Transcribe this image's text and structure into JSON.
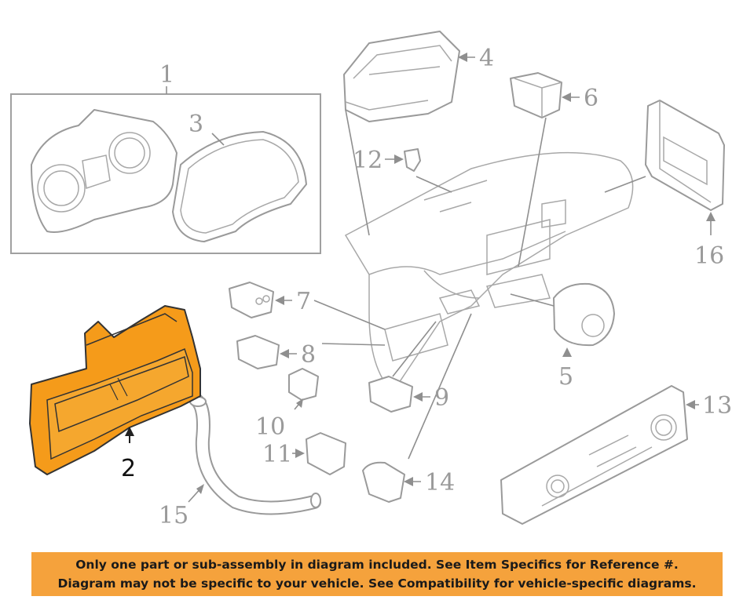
{
  "callouts": {
    "c1": "1",
    "c2": "2",
    "c3": "3",
    "c4": "4",
    "c5": "5",
    "c6": "6",
    "c7": "7",
    "c8": "8",
    "c9": "9",
    "c10": "10",
    "c11": "11",
    "c12": "12",
    "c13": "13",
    "c14": "14",
    "c15": "15",
    "c16": "16"
  },
  "highlighted_callout": "2",
  "colors": {
    "highlight": "#f59b1a",
    "banner": "#f5a23c",
    "line_art": "#9a9a9a"
  },
  "banner": {
    "line1": "Only one part or sub-assembly in diagram included. See Item Specifics for Reference #.",
    "line2": "Diagram may not be specific to your vehicle. See Compatibility for vehicle-specific diagrams."
  }
}
